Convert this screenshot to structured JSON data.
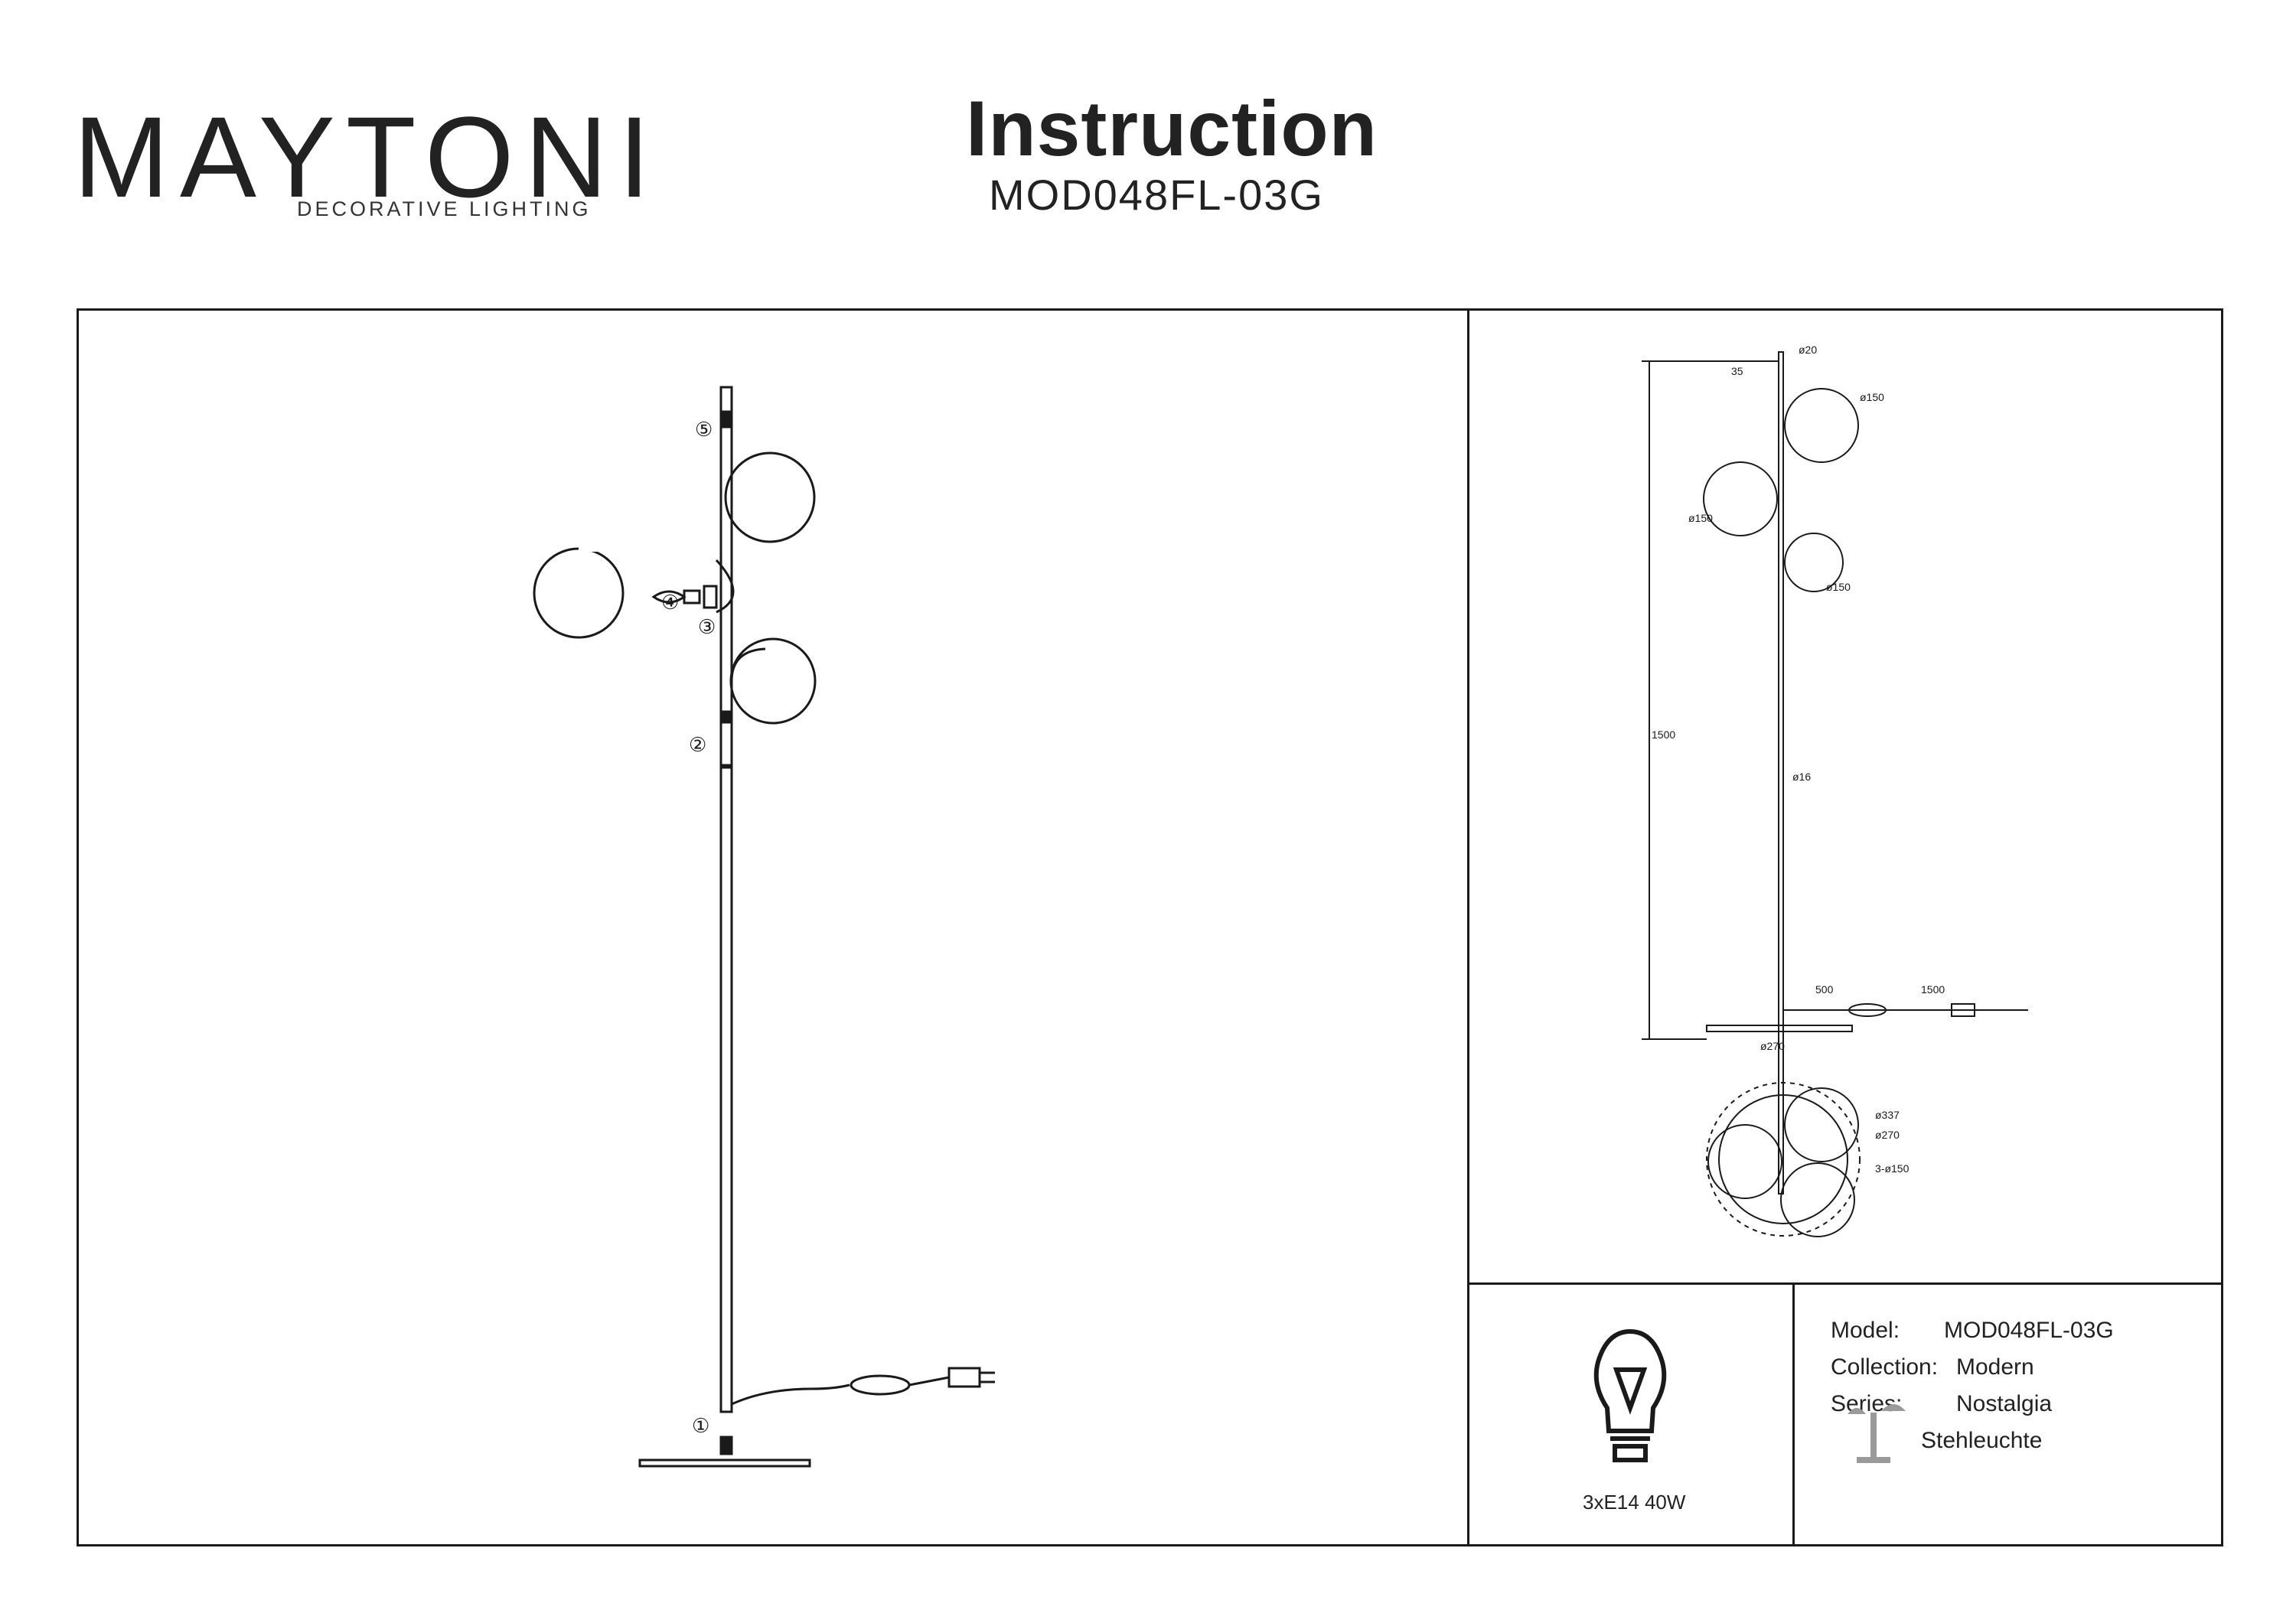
{
  "header": {
    "brand": "MAYTONI",
    "brand_tagline": "DECORATIVE LIGHTING",
    "title": "Instruction",
    "model_code": "MOD048FL-03G"
  },
  "assembly": {
    "steps": [
      "①",
      "②",
      "③",
      "④",
      "⑤"
    ]
  },
  "dimensions": {
    "labels": [
      "ø20",
      "35",
      "ø150",
      "ø150",
      "ø150",
      "1500",
      "ø16",
      "500",
      "1500",
      "ø270",
      "ø337",
      "ø270",
      "3-ø150"
    ]
  },
  "bulb": {
    "spec": "3xE14 40W",
    "icon": "bulb-icon"
  },
  "specs": {
    "model_label": "Model:",
    "model_value": "MOD048FL-03G",
    "collection_label": "Collection:",
    "collection_value": "Modern",
    "series_label": "Series:",
    "series_value": "Nostalgia",
    "type_value": "Stehleuchte",
    "type_icon": "floor-lamp-icon"
  },
  "colors": {
    "ink": "#1a1a1a",
    "brand_accent": "#5a1a3a",
    "icon_gray": "#9a9a9a"
  }
}
